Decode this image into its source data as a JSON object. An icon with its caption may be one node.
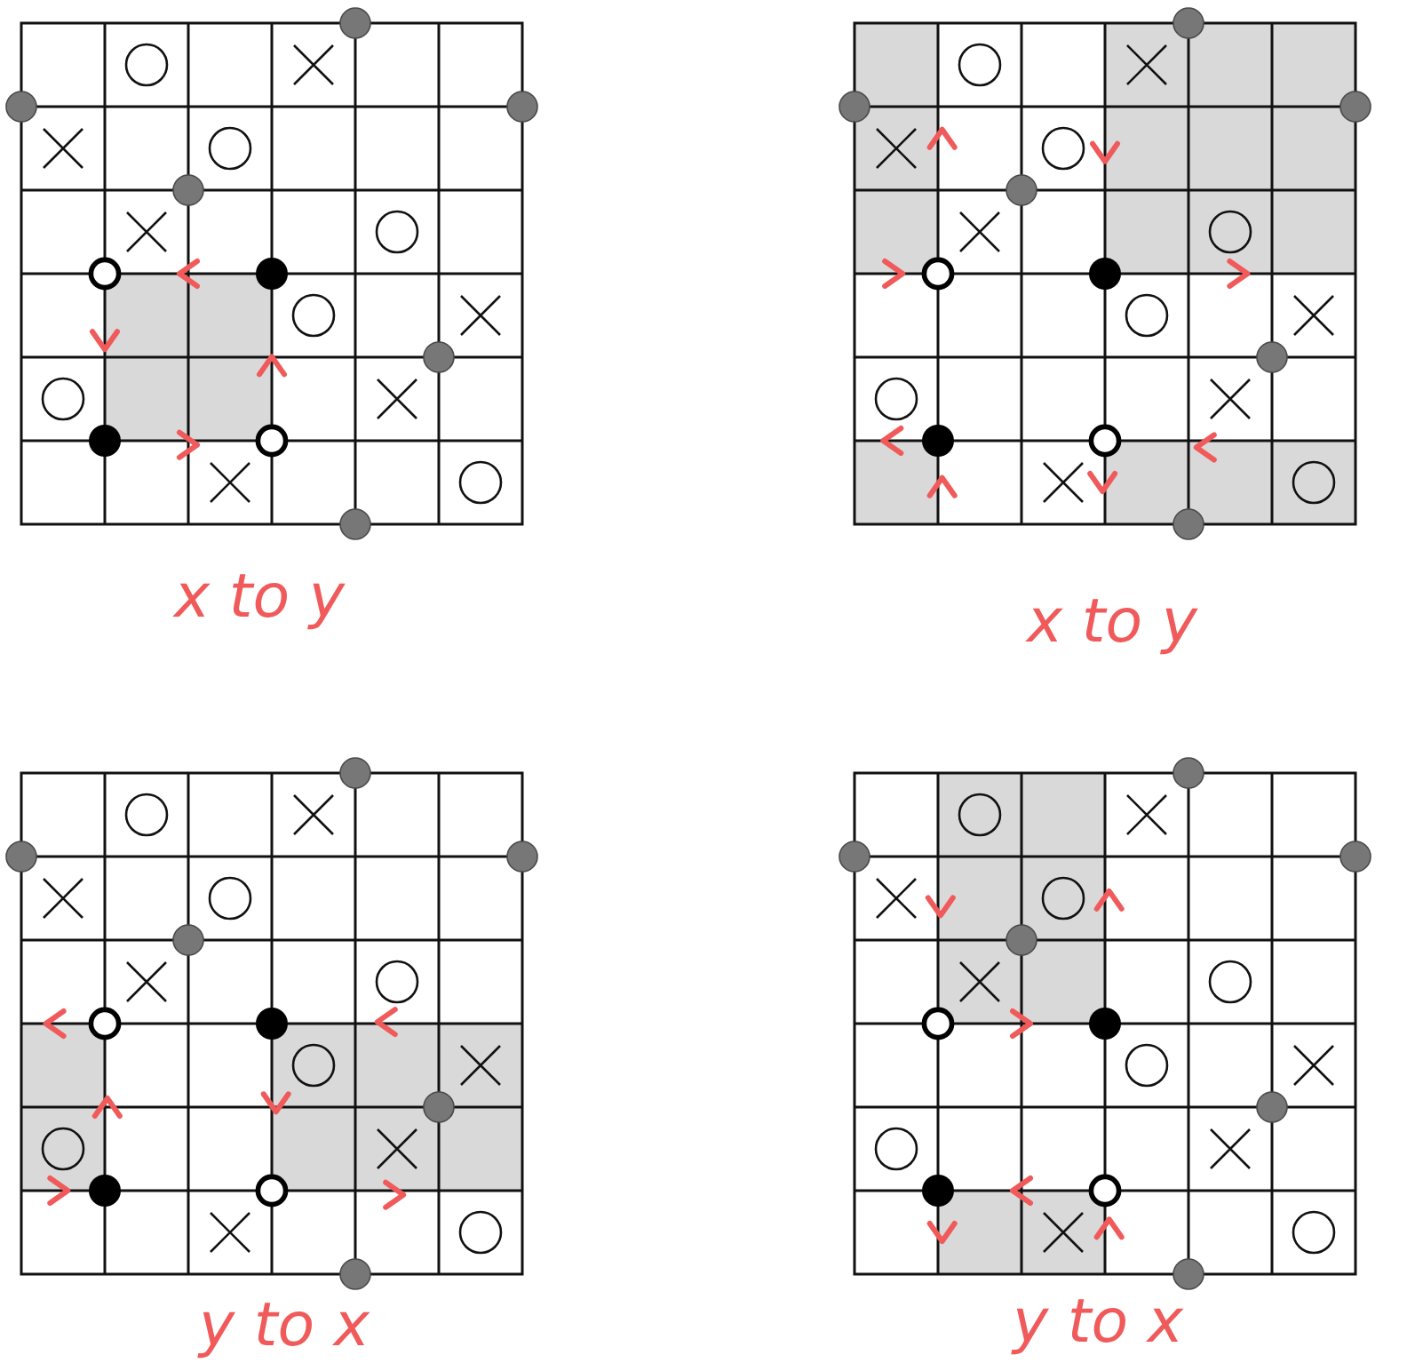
{
  "diagram": {
    "labels": [
      "x to y",
      "x to y",
      "y to x",
      "y to x"
    ]
  }
}
